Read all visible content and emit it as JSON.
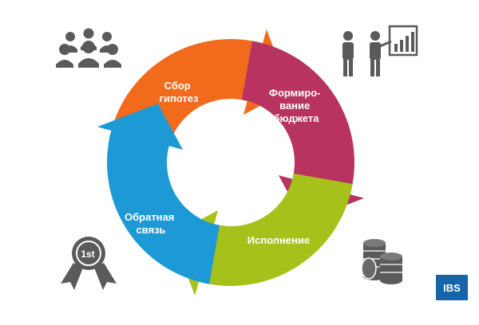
{
  "cycle": {
    "steps": [
      {
        "lines": [
          "Сбор",
          "гипотез"
        ],
        "color": "#f26b1d"
      },
      {
        "lines": [
          "Формиро-",
          "вание",
          "бюджета"
        ],
        "color": "#b8335f"
      },
      {
        "lines": [
          "Исполнение"
        ],
        "color": "#a6c21a"
      },
      {
        "lines": [
          "Обратная",
          "связь"
        ],
        "color": "#1d9ad6"
      }
    ]
  },
  "icons": {
    "top_left": "people-group-icon",
    "top_right": "presentation-icon",
    "bottom_left": "award-ribbon-icon",
    "bottom_right": "coins-icon"
  },
  "award": {
    "text": "1st"
  },
  "logo": {
    "text": "IBS",
    "color": "#1565a8"
  }
}
